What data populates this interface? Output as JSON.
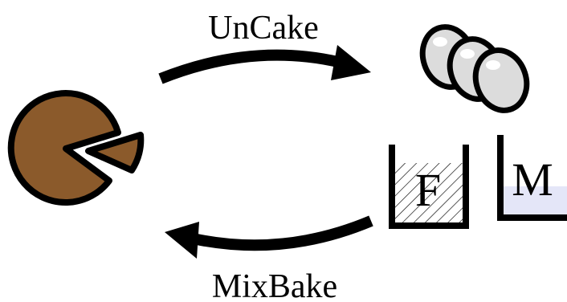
{
  "diagram": {
    "top_arrow_label": "UnCake",
    "bottom_arrow_label": "MixBake",
    "flour_jar_label": "F",
    "milk_jar_label": "M"
  },
  "colors": {
    "cake": "#8B5A2B",
    "egg": "#DCDCDC",
    "egg_highlight": "#FFFFFF",
    "milk": "#E4E6F8",
    "stroke": "#000000"
  },
  "icons": [
    "cake-icon",
    "cake-slice-icon",
    "egg-icon",
    "flour-jar-icon",
    "milk-jar-icon",
    "arrow-right-icon",
    "arrow-left-icon"
  ]
}
